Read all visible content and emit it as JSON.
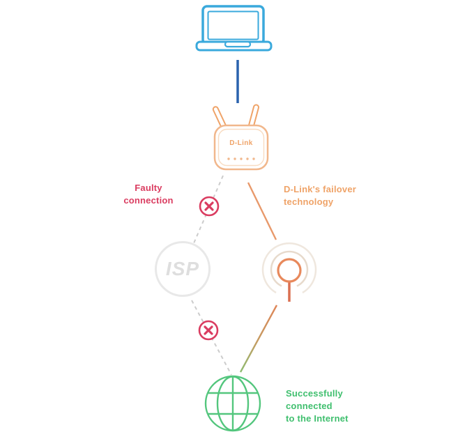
{
  "diagram_title": "D-Link router failover technology diagram",
  "labels": {
    "faulty_connection": "Faulty\nconnection",
    "failover_technology": "D-Link's failover\ntechnology",
    "success": "Successfully\nconnected\nto the Internet"
  },
  "nodes": {
    "laptop": {
      "icon": "laptop-icon"
    },
    "router": {
      "icon": "router-icon",
      "brand": "D-Link",
      "led_count": 5
    },
    "isp": {
      "icon": "isp-circle-icon",
      "label": "ISP"
    },
    "failover_antenna": {
      "icon": "broadcast-antenna-icon"
    },
    "internet": {
      "icon": "globe-icon"
    }
  },
  "connections": [
    {
      "from": "laptop",
      "to": "router",
      "style": "solid",
      "color": "blue",
      "status": "ok"
    },
    {
      "from": "router",
      "to": "isp",
      "style": "dashed",
      "color": "gray",
      "status": "faulty",
      "marker": "error-x-icon"
    },
    {
      "from": "router",
      "to": "failover_antenna",
      "style": "solid",
      "color": "orange",
      "status": "ok"
    },
    {
      "from": "isp",
      "to": "internet",
      "style": "dashed",
      "color": "gray",
      "status": "faulty",
      "marker": "error-x-icon"
    },
    {
      "from": "failover_antenna",
      "to": "internet",
      "style": "solid",
      "color": "orange-to-green",
      "status": "ok"
    }
  ],
  "icons": {
    "laptop-icon": "outlined laptop computer",
    "router-icon": "outlined wireless router with two antennas and LEDs",
    "broadcast-antenna-icon": "antenna ring with radiating signal arcs",
    "globe-icon": "wireframe globe",
    "error-x-icon": "circled X failure marker",
    "isp-circle-icon": "plain circle containing ISP text"
  },
  "colors": {
    "laptop_blue": "#3AA9DC",
    "cable_blue": "#2A62AE",
    "orange_text": "#EFA368",
    "router_outline": "#F1B78C",
    "line_orange": "#E8996B",
    "antenna_ring": "#E8895C",
    "antenna_stem": "#DA6F51",
    "signal_arc": "#EAE0D5",
    "error_red": "#DA3C60",
    "dash_gray": "#CCCCCC",
    "isp_circle_gray": "#E8E8E8",
    "isp_text_gray": "#DEDEDE",
    "globe_green": "#53C67D",
    "success_green": "#3FBF6E"
  }
}
